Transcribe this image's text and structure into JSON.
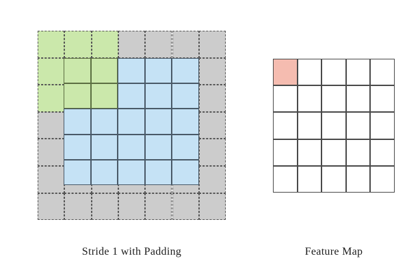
{
  "diagram": {
    "title_left": "Stride 1 with Padding",
    "title_right": "Feature Map",
    "colors": {
      "padding_gray": "#cccccc",
      "kernel_green": "#cbe8ab",
      "input_blue": "#c5e2f5",
      "output_pink": "#f5bcb0",
      "dashed_line": "#555555",
      "solid_line": "#4a5a68",
      "feature_line": "#4a4a4a",
      "background": "#ffffff",
      "text": "#1d1d1d"
    },
    "padded_input": {
      "label": "Stride 1 with Padding",
      "grid_rows": 7,
      "grid_cols": 7,
      "input_rows": 5,
      "input_cols": 5,
      "padding": 1,
      "stride": 1,
      "kernel_rows": 3,
      "kernel_cols": 3,
      "kernel_origin_row": 0,
      "kernel_origin_col": 0,
      "cell_width": 39.3,
      "cell_height": 39.6
    },
    "feature_map": {
      "label": "Feature Map",
      "rows": 5,
      "cols": 5,
      "highlight_row": 0,
      "highlight_col": 0,
      "cell_width": 35.6,
      "cell_height": 39.2
    }
  }
}
